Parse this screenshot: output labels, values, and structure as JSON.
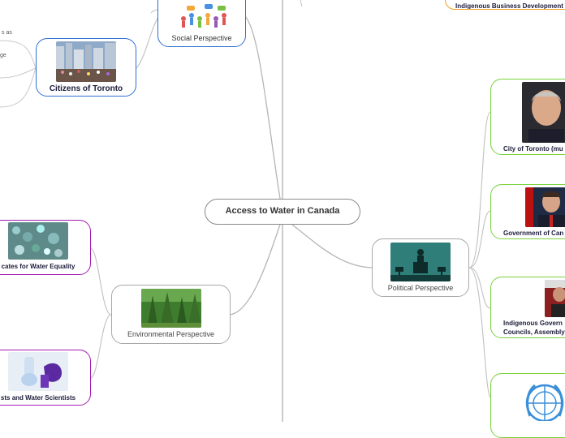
{
  "central": "Access to Water in Canada",
  "perspectives": {
    "social": "Social Perspective",
    "political": "Political Perspective",
    "environmental": "Environmental Perspective"
  },
  "stakeholders": {
    "citizens_toronto": "Citizens of Toronto",
    "advocates": "cates for Water Equality",
    "scientists": "sts and Water Scientists",
    "city_toronto": "City of Toronto (mu",
    "gov_canada": "Government of Can",
    "indigenous_gov_line1": "Indigenous Govern",
    "indigenous_gov_line2": "Councils, Assembly",
    "indigenous_business": "Indigenous Business Development"
  },
  "fragments": {
    "frag1": "s as",
    "frag2": "ge"
  },
  "colors": {
    "blue": "#2f6fd0",
    "purple": "#a21caf",
    "green": "#7ad23c",
    "orange": "#f0a020",
    "gray": "#a8a8a8"
  }
}
